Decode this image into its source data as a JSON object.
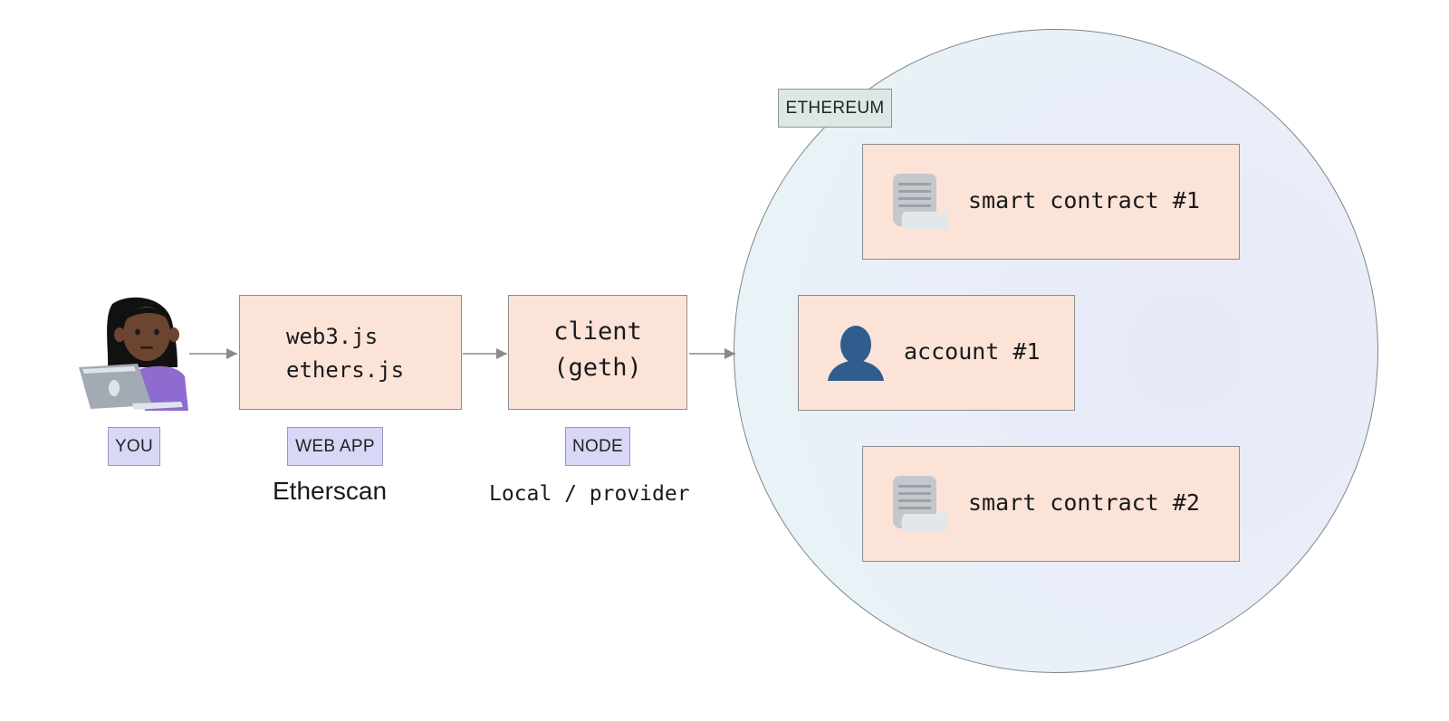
{
  "you": {
    "label": "YOU"
  },
  "web_app": {
    "lines": [
      "web3.js",
      "ethers.js"
    ],
    "tag": "WEB APP",
    "caption": "Etherscan"
  },
  "node": {
    "lines": [
      "client",
      "(geth)"
    ],
    "tag": "NODE",
    "caption": "Local / provider"
  },
  "ethereum": {
    "tag": "ETHEREUM",
    "smart_contract_1": "smart contract #1",
    "account_1": "account #1",
    "smart_contract_2": "smart contract #2"
  },
  "colors": {
    "box_fill": "#fbe3d8",
    "tag_fill": "#d9d7f6",
    "eth_tag_fill": "#dce8e6",
    "account_icon": "#2f5d8d",
    "contract_icon": "#c4c8cc"
  },
  "icons": {
    "you": "person-with-laptop-icon",
    "account": "person-silhouette-icon",
    "contract": "scroll-document-icon"
  }
}
